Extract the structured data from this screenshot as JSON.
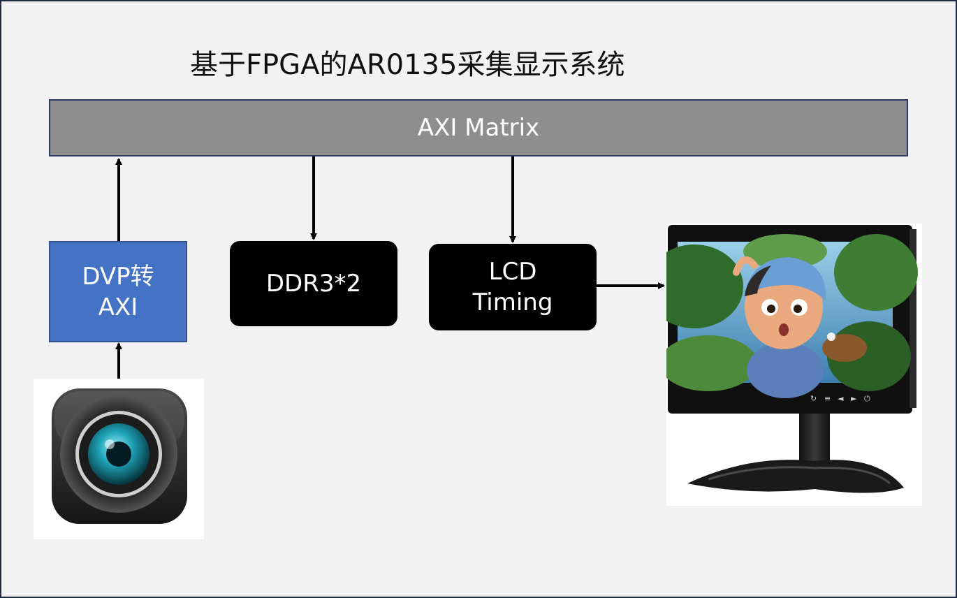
{
  "title": "基于FPGA的AR0135采集显示系统",
  "axi_matrix": {
    "label": "AXI Matrix"
  },
  "blocks": {
    "dvp_to_axi": {
      "line1": "DVP转",
      "line2": "AXI"
    },
    "ddr3": {
      "label": "DDR3*2"
    },
    "lcd_timing": {
      "line1": "LCD",
      "line2": "Timing"
    }
  },
  "images": {
    "camera": {
      "icon": "camera-icon"
    },
    "monitor": {
      "icon": "lcd-monitor",
      "buttons": [
        "↻",
        "≡",
        "◄",
        "►",
        "⏻"
      ]
    }
  },
  "colors": {
    "background": "#f2f2f2",
    "axi_bar": "#8e8e8e",
    "dvp_block": "#4472c4",
    "black_block": "#000000"
  }
}
